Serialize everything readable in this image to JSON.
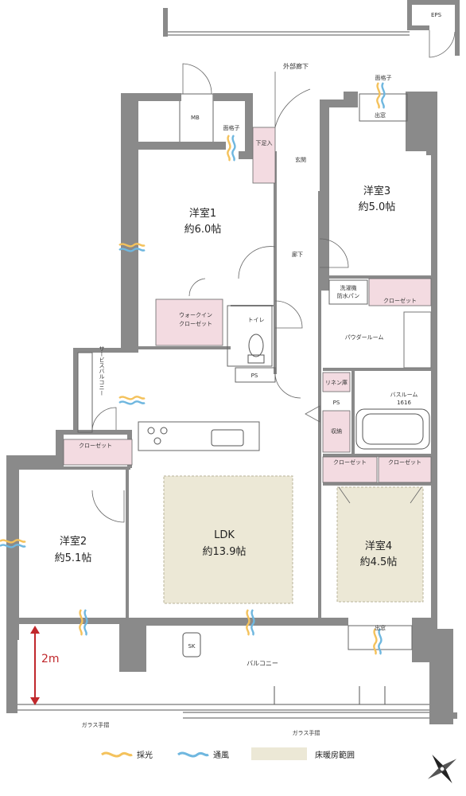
{
  "rooms": {
    "western1": {
      "name": "洋室1",
      "size": "約6.0帖"
    },
    "western2": {
      "name": "洋室2",
      "size": "約5.1帖"
    },
    "western3": {
      "name": "洋室3",
      "size": "約5.0帖"
    },
    "western4": {
      "name": "洋室4",
      "size": "約4.5帖"
    },
    "ldk": {
      "name": "LDK",
      "size": "約13.9帖"
    }
  },
  "labels": {
    "eps": "EPS",
    "mb": "MB",
    "ps": "PS",
    "ps2": "PS",
    "sk": "SK",
    "outer_corridor": "外部廊下",
    "grille": "面格子",
    "grille2": "面格子",
    "shoe_box": "下足入",
    "entrance": "玄関",
    "hallway": "廊下",
    "walk_in_line1": "ウォークイン",
    "walk_in_line2": "クローゼット",
    "toilet": "トイレ",
    "washer_line1": "洗濯機",
    "washer_line2": "防水パン",
    "closet_w3": "クローゼット",
    "powder_room": "パウダールーム",
    "linen": "リネン庫",
    "bathroom": "バスルーム",
    "bath_size": "1616",
    "storage": "収納",
    "closet_w4a": "クローゼット",
    "closet_w4b": "クローゼット",
    "closet_w2": "クローゼット",
    "service_balcony": "サービスバルコニー",
    "bay_window_top": "出窓",
    "bay_window_bottom": "出窓",
    "balcony": "バルコニー",
    "glass_rail_left": "ガラス手摺",
    "glass_rail_right": "ガラス手摺",
    "dimension": "2m"
  },
  "legend": {
    "daylight": "採光",
    "ventilation": "通風",
    "floor_heating": "床暖房範囲"
  },
  "colors": {
    "wall": "#8a8a8a",
    "closet": "#f3dbe1",
    "floor_heating": "#ece8d6",
    "daylight": "#f4c25c",
    "ventilation": "#6fb7df",
    "dimension": "#c0282c"
  }
}
